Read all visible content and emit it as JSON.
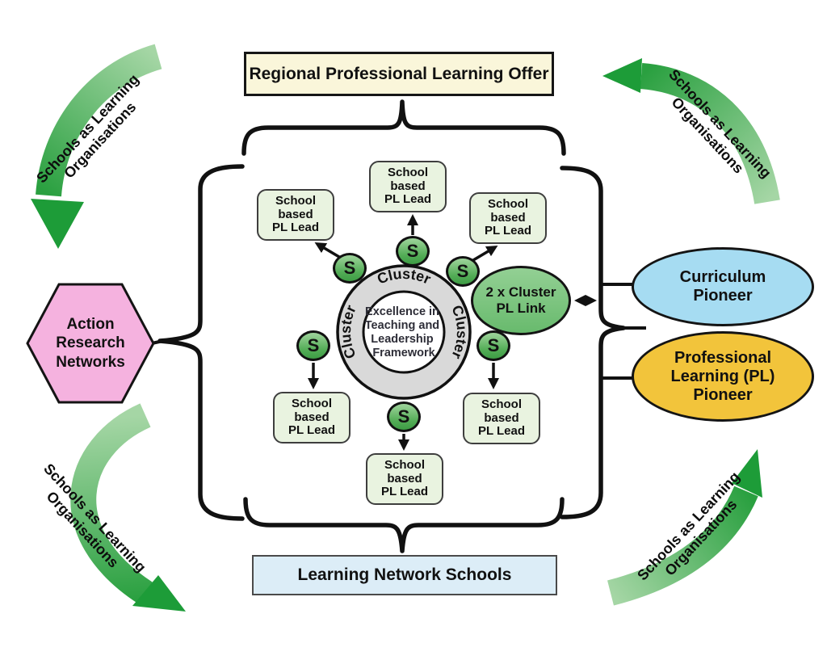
{
  "diagram": {
    "top_banner": {
      "label": "Regional Professional Learning Offer"
    },
    "bottom_banner": {
      "label": "Learning Network Schools"
    },
    "action_research": {
      "lines": [
        "Action",
        "Research",
        "Networks"
      ]
    },
    "curriculum_pioneer": {
      "lines": [
        "Curriculum",
        "Pioneer"
      ]
    },
    "pl_pioneer": {
      "lines": [
        "Professional",
        "Learning (PL)",
        "Pioneer"
      ]
    },
    "cluster_ring": {
      "band_label": "Cluster",
      "center_lines": [
        "Excellence in",
        "Teaching and",
        "Leadership",
        "Framework"
      ]
    },
    "cluster_link": {
      "lines": [
        "2 x Cluster",
        "PL Link"
      ]
    },
    "school_node_label": "S",
    "pl_lead": {
      "lines": [
        "School",
        "based",
        "PL Lead"
      ],
      "count": 6
    },
    "corner_arrows": {
      "line1": "Schools as Learning",
      "line2": "Organisations"
    },
    "colors": {
      "banner_cream": "#faf6da",
      "banner_blue": "#dcedf7",
      "hexagon_pink": "#f5b2df",
      "ellipse_blue": "#a6dcf2",
      "ellipse_yellow": "#f2c43b",
      "pl_box_green": "#e9f3e0",
      "node_green": "#54ad57",
      "ring_gray": "#d9d9d9",
      "swoosh_light": "#a5d6a5",
      "swoosh_dark": "#1d9c38",
      "line_black": "#111111"
    }
  }
}
